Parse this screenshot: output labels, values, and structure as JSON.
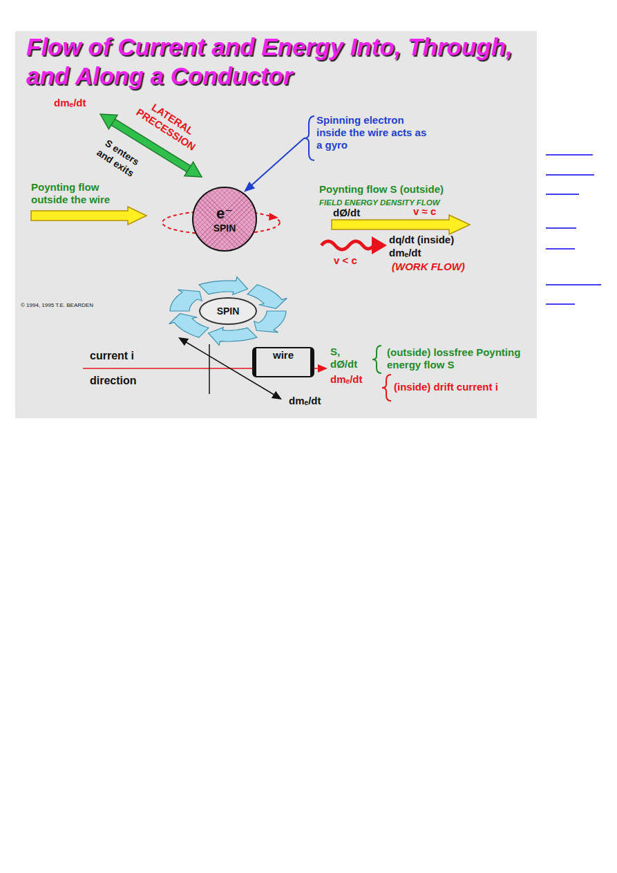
{
  "diagram": {
    "title": "Flow of Current and Energy Into, Through, and Along a Conductor",
    "nodes": [
      {
        "text": [
          "e⁻",
          "SPIN"
        ]
      },
      {
        "text": [
          "SPIN"
        ]
      },
      {
        "text": [
          "wire"
        ]
      }
    ],
    "labels": [
      "dmₑ/dt",
      "LATERAL PRECESSION",
      "S enters and exits",
      "Spinning electron inside the wire acts as a gyro",
      "Poynting flow outside the wire",
      "Poynting flow S (outside)",
      "FIELD ENERGY DENSITY FLOW",
      "dØ/dt",
      "v ≈ c",
      "dq/dt (inside)",
      "dmₑ/dt",
      "(WORK FLOW)",
      "v < c",
      "© 1994, 1995 T.E. BEARDEN",
      "current i direction",
      "S, dØ/dt",
      "(outside) lossfree Poynting energy flow S",
      "dmₑ/dt",
      "(inside) drift current i",
      "dmₑ/dt"
    ]
  }
}
